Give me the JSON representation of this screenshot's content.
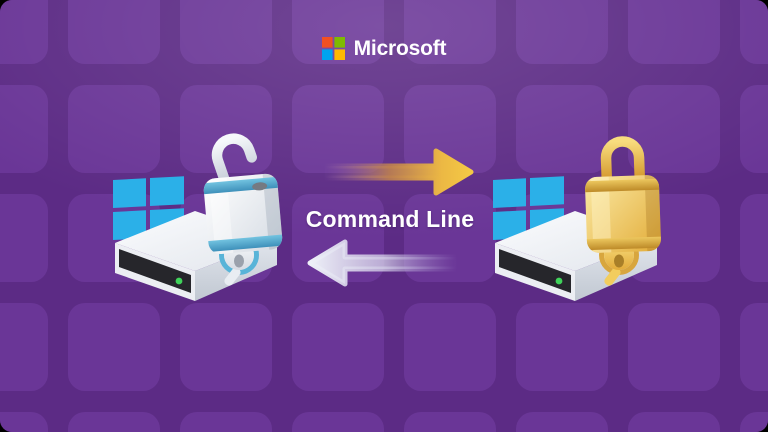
{
  "header": {
    "brand_name": "Microsoft",
    "logo_colors": {
      "top_left": "#f25022",
      "top_right": "#7fba00",
      "bottom_left": "#00a4ef",
      "bottom_right": "#ffb900"
    }
  },
  "diagram": {
    "center_label": "Command Line",
    "left_illustration": {
      "name": "windows-drive-with-open-padlock",
      "state": "unlocked"
    },
    "right_illustration": {
      "name": "windows-drive-with-closed-padlock",
      "state": "locked"
    },
    "arrows": {
      "top_direction": "right",
      "bottom_direction": "left"
    }
  },
  "colors": {
    "background_base": "#5c2b85",
    "background_tile": "#6a3697",
    "windows_blue": "#2bb0e8",
    "drive_led_green": "#3fd35a",
    "padlock_band_blue": "#4fa6cc",
    "padlock_gold": "#e9bb49",
    "arrow_gold": "#f4c945",
    "arrow_silver": "#eef1f8",
    "label_text": "#ffffff"
  }
}
